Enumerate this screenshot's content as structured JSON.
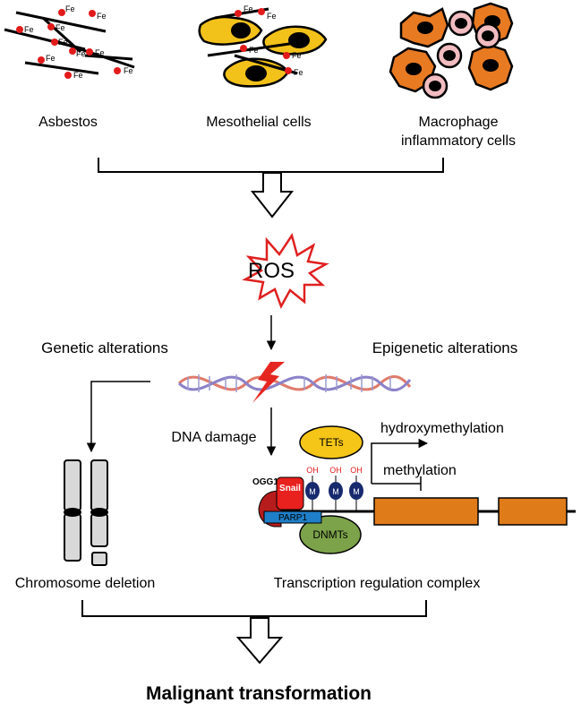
{
  "top_sources": {
    "asbestos": {
      "label": "Asbestos",
      "fe_label": "Fe"
    },
    "mesothelial": {
      "label": "Mesothelial cells",
      "fe_label": "Fe"
    },
    "macrophage": {
      "label_line1": "Macrophage",
      "label_line2": "inflammatory cells"
    }
  },
  "ros": {
    "label": "ROS"
  },
  "branches": {
    "genetic": "Genetic alterations",
    "epigenetic": "Epigenetic alterations",
    "dna_damage": "DNA damage"
  },
  "complex": {
    "tets": "TETs",
    "hydroxymethylation": "hydroxymethylation",
    "methylation": "methylation",
    "ogg1": "OGG1",
    "snail": "Snail",
    "parp1": "PARP1",
    "dnmts": "DNMTs",
    "oh": "OH",
    "m": "M"
  },
  "outcomes": {
    "chromosome_deletion": "Chromosome deletion",
    "transcription_complex": "Transcription regulation complex"
  },
  "result": {
    "label": "Malignant transformation"
  },
  "colors": {
    "fe_dot": "#e31b1b",
    "meso_cell": "#f3c21a",
    "macro_cell": "#e87a22",
    "macro_nucleus": "#f1bcc0",
    "ros_star_stroke": "#e02020",
    "dna_strand_a": "#e07b6c",
    "dna_strand_b": "#8b82c8",
    "bolt": "#e52620",
    "tets": "#f5c518",
    "snail": "#e8201e",
    "ogg1": "#b71c1c",
    "parp1": "#1f7fc8",
    "dnmts": "#7ca24a",
    "methyl": "#172a6e",
    "exon": "#e07b1a",
    "chromosome": "#d9d9d9"
  }
}
